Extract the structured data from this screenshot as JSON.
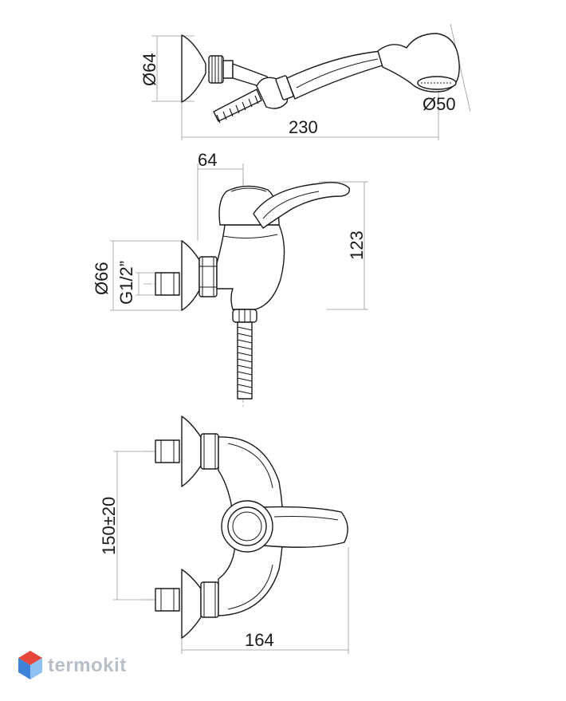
{
  "dimensions": {
    "handshower_holder_diameter": "Ø64",
    "handshower_head_diameter": "Ø50",
    "handshower_length": "230",
    "spout_offset": "64",
    "body_height": "123",
    "rosette_diameter": "Ø66",
    "connection_thread": "G1/2”",
    "center_distance": "150±20",
    "overall_width": "164"
  },
  "watermark": {
    "brand": "termokit",
    "colors": {
      "logo_top": "#e5453a",
      "logo_left": "#3e83d8",
      "logo_right": "#8fc1f2"
    }
  }
}
